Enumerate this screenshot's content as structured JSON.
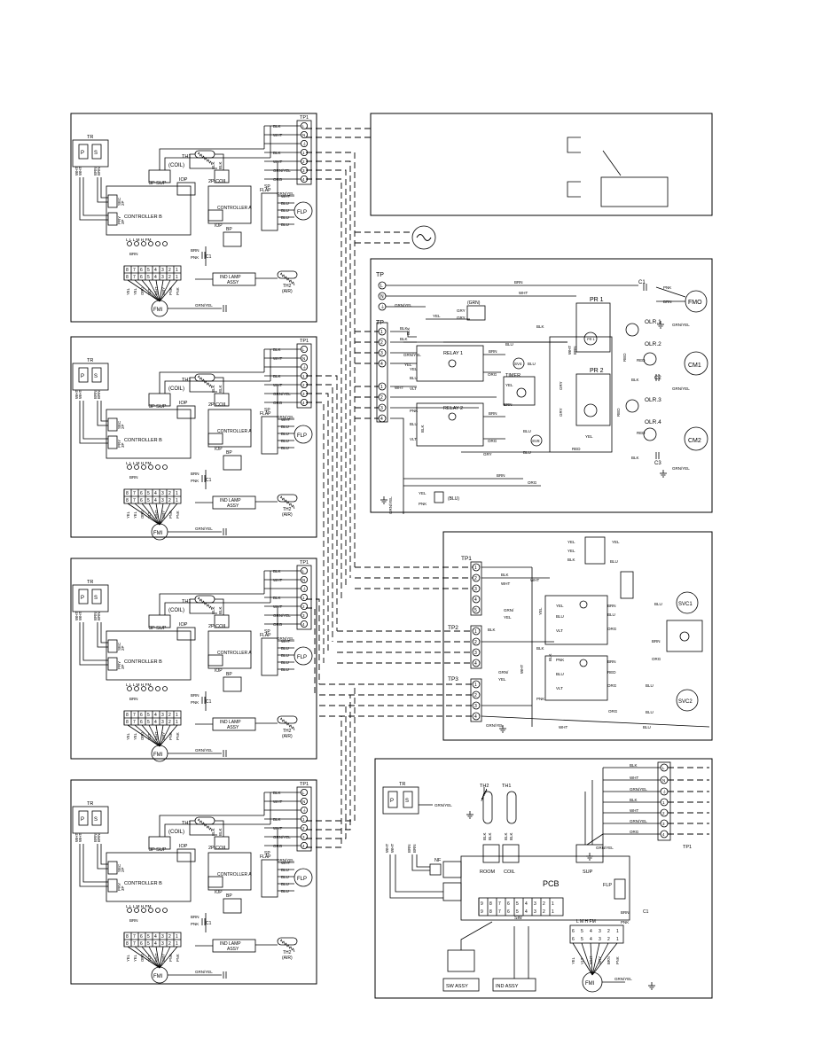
{
  "indoor_panel": {
    "tr": "TR",
    "p": "P",
    "s": "S",
    "wht": "WHT",
    "brn": "BRN",
    "yel": "YEL",
    "blk": "BLK",
    "blu": "BLU",
    "gry": "GRY",
    "pnk": "PNK",
    "org": "ORG",
    "grn_yel": "GRN/YEL",
    "tp1": "TP1",
    "tp1_terms": [
      "L",
      "N",
      "⏚",
      "1",
      "2",
      "3",
      "4"
    ],
    "tp1_wires": [
      "BLK",
      "WHT",
      "",
      "BLK",
      "WHT",
      "GRN/YEL",
      "ORG"
    ],
    "th1": "TH1",
    "coil": "(COIL)",
    "sec": "SEC",
    "pry": "PRY",
    "p2": "2P",
    "p3": "3P",
    "sup": "3P SUP",
    "coil2p": "2P COIL",
    "controller_b": "CONTROLLER B",
    "controller_a": "CONTROLLER A",
    "iop": "IOP",
    "bp": "BP",
    "sp": "SP",
    "flap": "FLAP",
    "flp": "FLP",
    "fm_labels": "L L L  M  H FM",
    "pin_nums_8": [
      "8",
      "7",
      "6",
      "5",
      "4",
      "3",
      "2",
      "1"
    ],
    "motor_wires": [
      "YEL",
      "YEL",
      "ORG",
      "VLT",
      "WHT",
      "GRY",
      "PNK",
      "PNK"
    ],
    "c1": "C1",
    "fmi": "FMI",
    "ind_lamp": "IND LAMP",
    "assy": "ASSY",
    "th2": "TH2",
    "air": "(AIR)"
  },
  "relay_panel": {
    "tp": "TP",
    "terms_top": [
      "L",
      "N",
      "⏚"
    ],
    "terms_left": [
      "1",
      "2",
      "3",
      "4",
      "1",
      "2",
      "3",
      "4"
    ],
    "relay1": "RELAY 1",
    "relay2": "RELAY 2",
    "timer": "TIMER",
    "grn": "(GRN)",
    "blu_paren": "(BLU)",
    "pr1": "PR 1",
    "pr2": "PR 2",
    "olr1": "OLR.1",
    "olr2": "OLR.2",
    "olr3": "OLR.3",
    "olr4": "OLR.4",
    "olr": "OLR",
    "fmo": "FMO",
    "cm1": "CM1",
    "cm2": "CM2",
    "c1": "C1",
    "c2": "C2",
    "c3": "C3",
    "sv4": "SV4",
    "sv8": "SV8",
    "red": "RED",
    "brn": "BRN",
    "wht": "WHT",
    "blk": "BLK",
    "yel": "YEL",
    "org": "ORG",
    "gry": "GRY",
    "pnk": "PNK",
    "vlt": "VLT",
    "blu": "BLU",
    "grn_yel": "GRN/YEL"
  },
  "valve_panel": {
    "tp1": "TP1",
    "tp2": "TP2",
    "tp3": "TP3",
    "tp1_terms": [
      "1",
      "2",
      "3",
      "4",
      "5"
    ],
    "tp_terms": [
      "1",
      "2",
      "3",
      "4"
    ],
    "svc1": "SVC1",
    "svc2": "SVC2",
    "blk": "BLK",
    "wht": "WHT",
    "yel": "YEL",
    "blu": "BLU",
    "org": "ORG",
    "red": "RED",
    "brn": "BRN",
    "pnk": "PNK",
    "vlt": "VLT",
    "grn_yel": "GRN/YEL",
    "grn": "GRN/",
    "yel2": "YEL"
  },
  "pcb_panel": {
    "tr": "TR",
    "p": "P",
    "s": "S",
    "th2": "TH2",
    "th1": "TH1",
    "room": "ROOM",
    "coil": "COIL",
    "sup": "SUP",
    "nf": "NF",
    "pcb": "PCB",
    "flp": "FLP",
    "sw": "SW",
    "sw_pins": [
      "9",
      "8",
      "7",
      "6",
      "5",
      "4",
      "3",
      "2",
      "1"
    ],
    "fm_pins": [
      "6",
      "5",
      "4",
      "3",
      "2",
      "1"
    ],
    "fm_top": "L  M  H FM",
    "fm_wires": [
      "YEL",
      "VLT",
      "WHT",
      "GRY",
      "BRN",
      "PNK"
    ],
    "c1": "C1",
    "fmi": "FMI",
    "sw_assy": "SW ASSY",
    "ind_assy": "IND ASSY",
    "tp1": "TP1",
    "tp1_terms": [
      "L",
      "N",
      "⏚",
      "1",
      "2",
      "3",
      "4"
    ],
    "tp1_wires": [
      "BLK",
      "WHT",
      "GRN/YEL",
      "BLK",
      "WHT",
      "GRN/YEL",
      "ORG"
    ],
    "grn_yel": "GRN/YEL",
    "wht": "WHT",
    "brn": "BRN",
    "blk": "BLK",
    "pnk": "PNK",
    "org": "ORG"
  },
  "legend": {}
}
